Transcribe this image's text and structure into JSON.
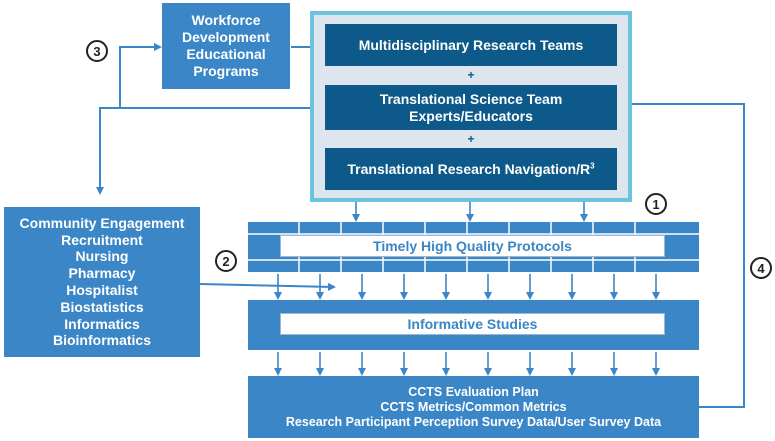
{
  "workforce": [
    "Workforce",
    "Development",
    "Educational",
    "Programs"
  ],
  "teams": {
    "multidisciplinary": "Multidisciplinary Research Teams",
    "plus": "+",
    "translational_science": [
      "Translational Science Team",
      "Experts/Educators"
    ],
    "navigation": "Translational Research Navigation/R",
    "navigation_sup": "3"
  },
  "community": [
    "Community Engagement",
    "Recruitment",
    "Nursing",
    "Pharmacy",
    "Hospitalist",
    "Biostatistics",
    "Informatics",
    "Bioinformatics"
  ],
  "protocols": "Timely High Quality Protocols",
  "studies": "Informative Studies",
  "evaluation": [
    "CCTS Evaluation Plan",
    "CCTS Metrics/Common Metrics",
    "Research Participant Perception Survey Data/User Survey Data"
  ],
  "steps": [
    "1",
    "2",
    "3",
    "4"
  ],
  "colors": {
    "primary": "#3a86c6",
    "dark": "#0d5a8a",
    "frame_border": "#6cc3dc",
    "frame_fill": "#dde6ee",
    "banner_text": "#3a86c6"
  }
}
